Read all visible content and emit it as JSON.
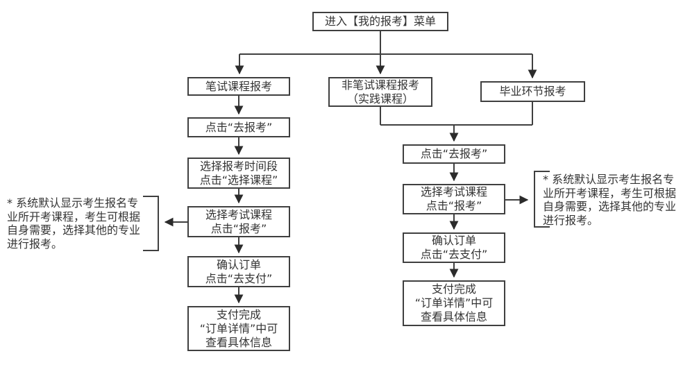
{
  "diagram": {
    "nodes": {
      "start": [
        "进入【我的报考】菜单"
      ],
      "written": [
        "笔试课程报考"
      ],
      "non_written": [
        "非笔试课程报考",
        "（实践课程）"
      ],
      "graduation": [
        "毕业环节报考"
      ],
      "left": {
        "step1": [
          "点击“去报考”"
        ],
        "step2": [
          "选择报考时间段",
          "点击“选择课程”"
        ],
        "step3": [
          "选择考试课程",
          "点击“报考”"
        ],
        "step4": [
          "确认订单",
          "点击“去支付”"
        ],
        "step5": [
          "支付完成",
          "“订单详情”中可",
          "查看具体信息"
        ]
      },
      "right": {
        "step1": [
          "点击“去报考”"
        ],
        "step2": [
          "选择考试课程",
          "点击“报考”"
        ],
        "step3": [
          "确认订单",
          "点击“去支付”"
        ],
        "step4": [
          "支付完成",
          "“订单详情”中可",
          "查看具体信息"
        ]
      }
    },
    "notes": {
      "left": [
        "* 系统默认显示考生报名专",
        "业所开考课程，考生可根据",
        "自身需要，选择其他的专业",
        "进行报考。"
      ],
      "right": [
        "* 系统默认显示考生报名专",
        "业所开考课程，考生可根据",
        "自身需要，选择其他的专业",
        "进行报考。"
      ]
    },
    "colors": {
      "border": "#3f3f3f",
      "line": "#3f3f3f",
      "arrow": "#2b2b2b",
      "text": "#333333",
      "background": "#ffffff"
    }
  }
}
